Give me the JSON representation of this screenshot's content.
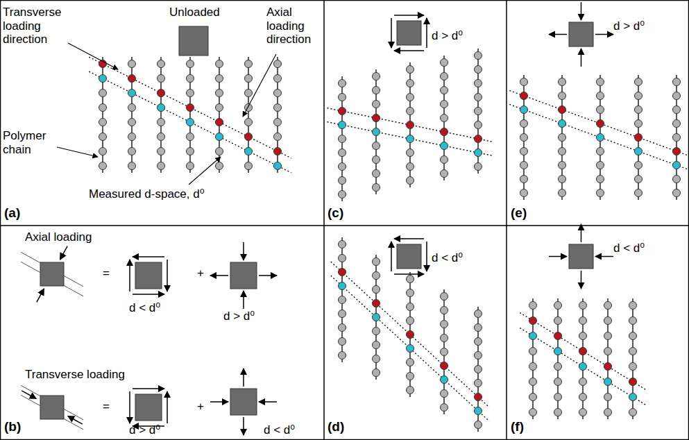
{
  "diagram": {
    "labels": [
      "Transverse loading direction",
      "Unloaded",
      "Axial loading direction",
      "Polymer chain",
      "Measured d-space, d⁰",
      "(a)",
      "Axial loading",
      "=",
      "d < d⁰",
      "+",
      "d > d⁰",
      "Transverse loading",
      "=",
      "d > d⁰",
      "+",
      "d < d⁰",
      "(b)",
      "d > d⁰",
      "(c)",
      "d < d⁰",
      "(d)",
      "d > d⁰",
      "(e)",
      "d < d⁰",
      "(f)"
    ]
  }
}
